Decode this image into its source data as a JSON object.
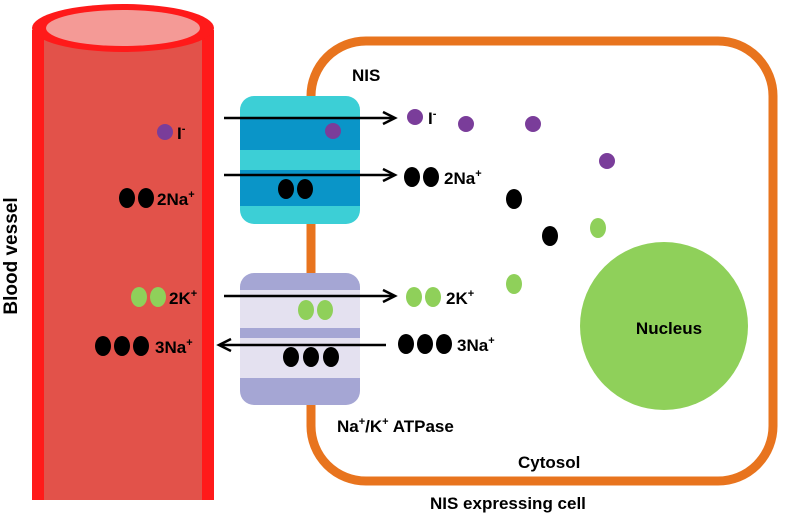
{
  "labels": {
    "blood_vessel": "Blood vessel",
    "nis": "NIS",
    "atpase_main": "Na",
    "atpase_sup1": "+",
    "atpase_slash": "/K",
    "atpase_sup2": "+",
    "atpase_tail": " ATPase",
    "cytosol": "Cytosol",
    "cell": "NIS expressing cell",
    "nucleus": "Nucleus"
  },
  "ions": {
    "iodide": {
      "base": "I",
      "charge": "-"
    },
    "sodium2": {
      "base": "2Na",
      "charge": "+"
    },
    "potassium2": {
      "base": "2K",
      "charge": "+"
    },
    "sodium3": {
      "base": "3Na",
      "charge": "+"
    }
  },
  "colors": {
    "vessel": "#e2524a",
    "vessel_edge": "#ff1a1a",
    "vessel_top": "#f49a96",
    "cell_border": "#e8741e",
    "nis_light": "#3ccfd6",
    "nis_dark": "#0a95c8",
    "atpase_light": "#e4e1f0",
    "atpase_dark": "#a5a6d4",
    "iodide": "#7a3d9a",
    "potassium": "#8fd05a",
    "sodium": "#000000",
    "nucleus": "#8fd05a"
  }
}
